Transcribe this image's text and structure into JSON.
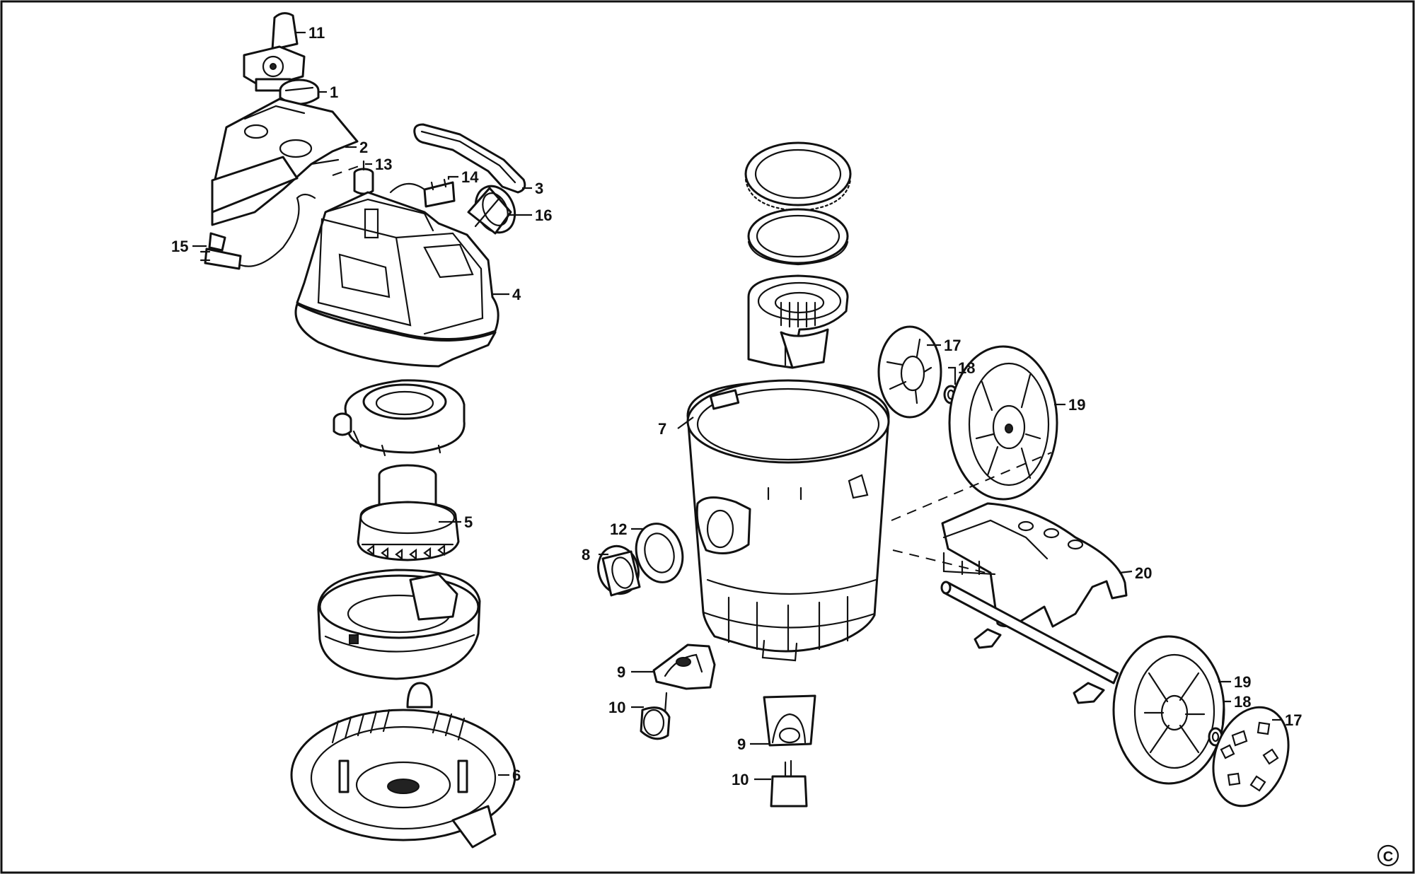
{
  "diagram": {
    "callouts": [
      {
        "id": "c11",
        "label": "11"
      },
      {
        "id": "c1",
        "label": "1"
      },
      {
        "id": "c2",
        "label": "2"
      },
      {
        "id": "c13",
        "label": "13"
      },
      {
        "id": "c14",
        "label": "14"
      },
      {
        "id": "c3",
        "label": "3"
      },
      {
        "id": "c16",
        "label": "16"
      },
      {
        "id": "c15",
        "label": "15"
      },
      {
        "id": "c4",
        "label": "4"
      },
      {
        "id": "c5",
        "label": "5"
      },
      {
        "id": "c6",
        "label": "6"
      },
      {
        "id": "c7",
        "label": "7"
      },
      {
        "id": "c12",
        "label": "12"
      },
      {
        "id": "c8",
        "label": "8"
      },
      {
        "id": "c9a",
        "label": "9"
      },
      {
        "id": "c10a",
        "label": "10"
      },
      {
        "id": "c9b",
        "label": "9"
      },
      {
        "id": "c10b",
        "label": "10"
      },
      {
        "id": "c17a",
        "label": "17"
      },
      {
        "id": "c18a",
        "label": "18"
      },
      {
        "id": "c19a",
        "label": "19"
      },
      {
        "id": "c20",
        "label": "20"
      },
      {
        "id": "c19b",
        "label": "19"
      },
      {
        "id": "c18b",
        "label": "18"
      },
      {
        "id": "c17b",
        "label": "17"
      }
    ],
    "copyright_mark": "C"
  }
}
